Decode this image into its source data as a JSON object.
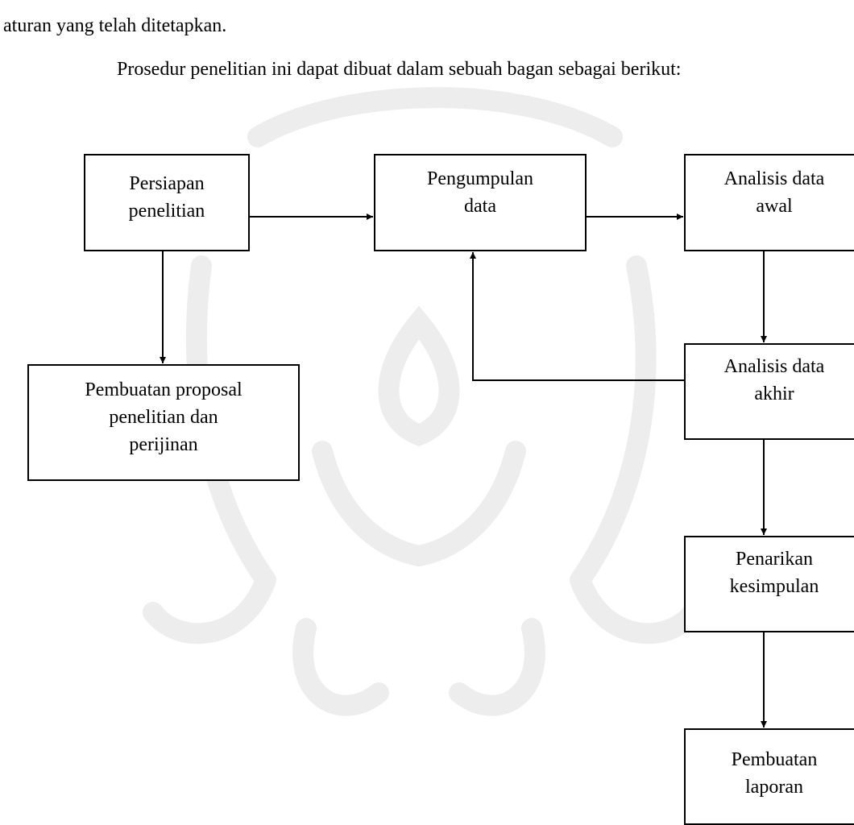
{
  "text": {
    "line1": "aturan yang telah ditetapkan.",
    "line2": "Prosedur penelitian ini dapat dibuat dalam sebuah bagan sebagai berikut:"
  },
  "boxes": {
    "persiapan": [
      "Persiapan",
      "penelitian"
    ],
    "pengumpulan": [
      "Pengumpulan",
      "data"
    ],
    "analisis_awal": [
      "Analisis data",
      "awal"
    ],
    "proposal": [
      "Pembuatan proposal",
      "penelitian dan",
      "perijinan"
    ],
    "analisis_akhir": [
      "Analisis data",
      "akhir"
    ],
    "penarikan": [
      "Penarikan",
      "kesimpulan"
    ],
    "laporan": [
      "Pembuatan",
      "laporan"
    ]
  },
  "colors": {
    "line": "#000000",
    "watermark": "#ececec"
  }
}
